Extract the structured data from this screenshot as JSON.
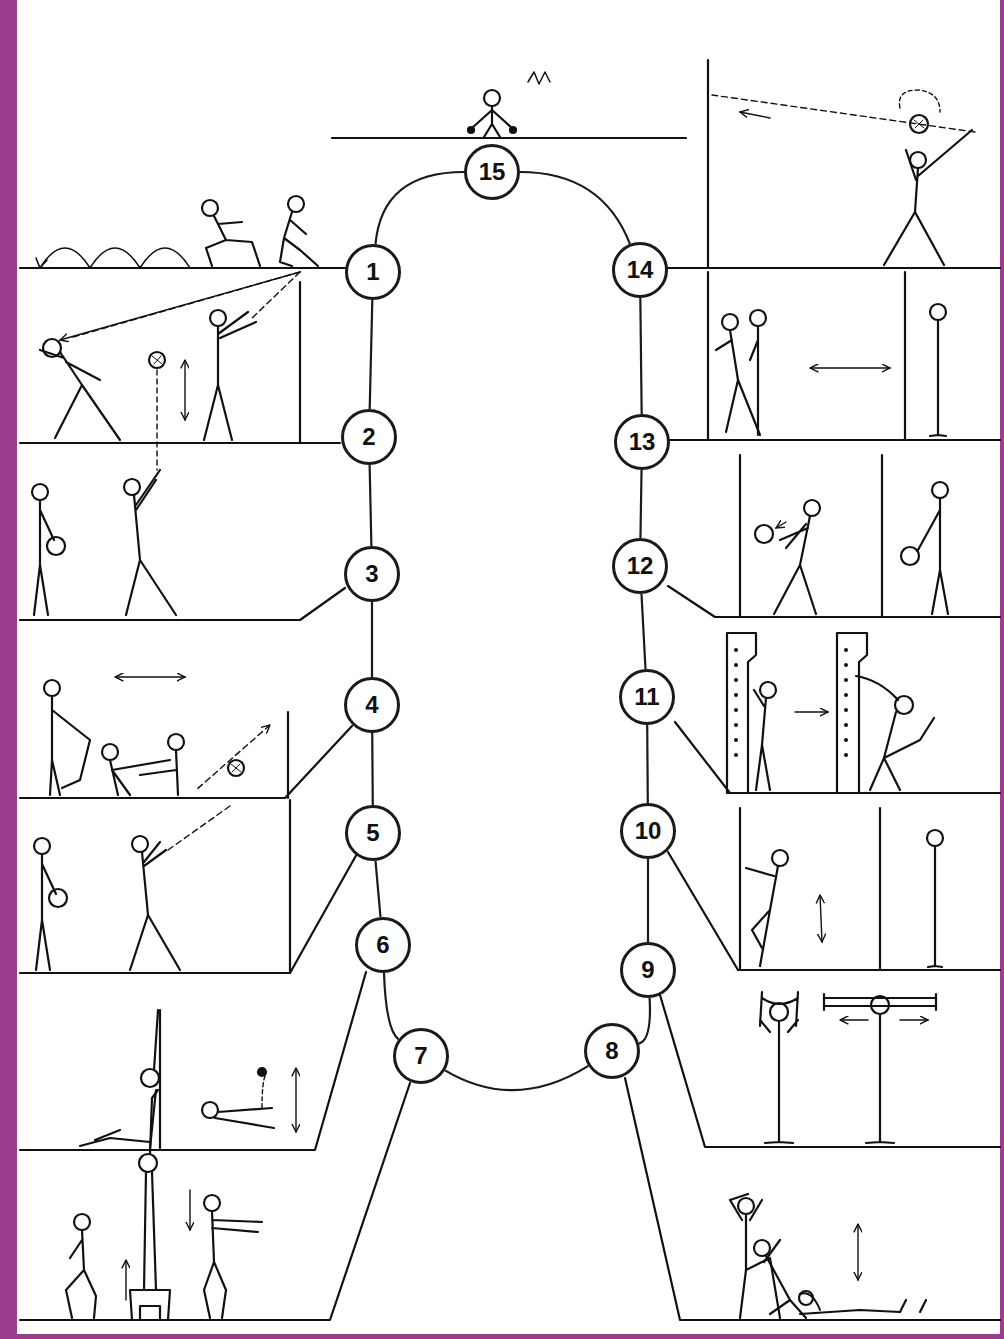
{
  "diagram": {
    "nodes": [
      {
        "text": [
          "1"
        ]
      },
      {
        "text": [
          "2"
        ]
      },
      {
        "text": [
          "3"
        ]
      },
      {
        "text": [
          "4"
        ]
      },
      {
        "text": [
          "5"
        ]
      },
      {
        "text": [
          "6"
        ]
      },
      {
        "text": [
          "7"
        ]
      },
      {
        "text": [
          "8"
        ]
      },
      {
        "text": [
          "9"
        ]
      },
      {
        "text": [
          "10"
        ]
      },
      {
        "text": [
          "11"
        ]
      },
      {
        "text": [
          "12"
        ]
      },
      {
        "text": [
          "13"
        ]
      },
      {
        "text": [
          "14"
        ]
      },
      {
        "text": [
          "15"
        ]
      }
    ],
    "edges": [
      {
        "from": 0,
        "to": 1,
        "arrow": "none"
      },
      {
        "from": 1,
        "to": 2,
        "arrow": "none"
      },
      {
        "from": 2,
        "to": 3,
        "arrow": "none"
      },
      {
        "from": 3,
        "to": 4,
        "arrow": "none"
      },
      {
        "from": 4,
        "to": 5,
        "arrow": "none"
      },
      {
        "from": 5,
        "to": 6,
        "arrow": "none"
      },
      {
        "from": 6,
        "to": 7,
        "arrow": "none"
      },
      {
        "from": 7,
        "to": 8,
        "arrow": "none"
      },
      {
        "from": 8,
        "to": 9,
        "arrow": "none"
      },
      {
        "from": 9,
        "to": 10,
        "arrow": "none"
      },
      {
        "from": 10,
        "to": 11,
        "arrow": "none"
      },
      {
        "from": 11,
        "to": 12,
        "arrow": "none"
      },
      {
        "from": 12,
        "to": 13,
        "arrow": "none"
      },
      {
        "from": 13,
        "to": 14,
        "arrow": "none"
      },
      {
        "from": 14,
        "to": 0,
        "arrow": "none"
      }
    ]
  }
}
